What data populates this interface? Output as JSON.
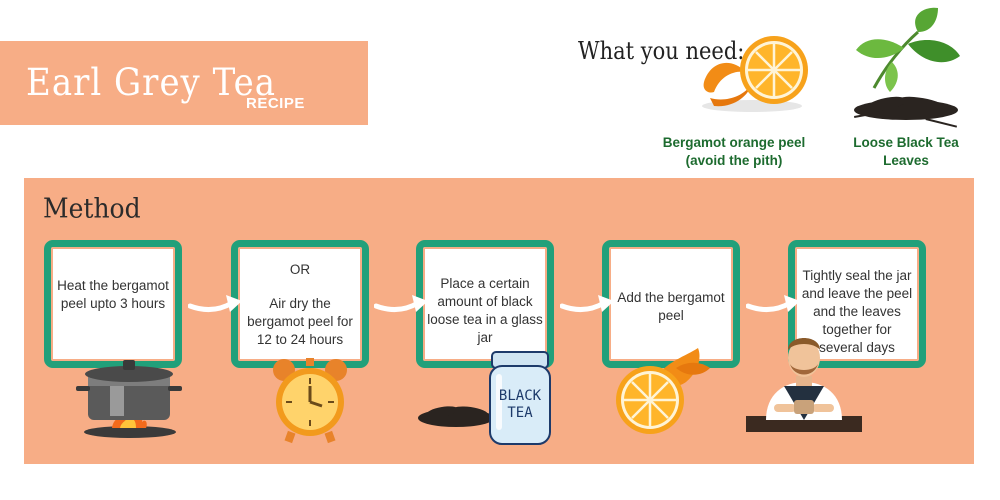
{
  "header": {
    "title": "Earl Grey Tea",
    "subtitle": "RECIPE"
  },
  "ingredients": {
    "label": "What you need:",
    "items": [
      {
        "line1": "Bergamot orange peel",
        "line2": "(avoid the pith)",
        "icon": "orange-peel-icon"
      },
      {
        "line1": "Loose Black Tea",
        "line2": "Leaves",
        "icon": "tea-leaves-icon"
      }
    ]
  },
  "method": {
    "label": "Method",
    "steps": [
      {
        "text": "Heat the bergamot peel upto 3 hours",
        "icon": "cooking-pot-icon"
      },
      {
        "or": "OR",
        "text": "Air dry the bergamot peel for 12 to 24 hours",
        "icon": "alarm-clock-icon"
      },
      {
        "text": "Place a certain amount of black loose tea in a glass jar",
        "icon": "tea-jar-icon",
        "jar_label": [
          "BLACK",
          "TEA"
        ]
      },
      {
        "text": "Add the bergamot peel",
        "icon": "orange-slice-icon"
      },
      {
        "text": "Tightly seal the jar and leave the peel and the leaves together for several days",
        "icon": "barista-icon"
      }
    ]
  },
  "colors": {
    "panel": "#f7ad86",
    "frame": "#21a07a",
    "ingredient_text": "#1d6b2f",
    "orange": "#f29a1d"
  }
}
